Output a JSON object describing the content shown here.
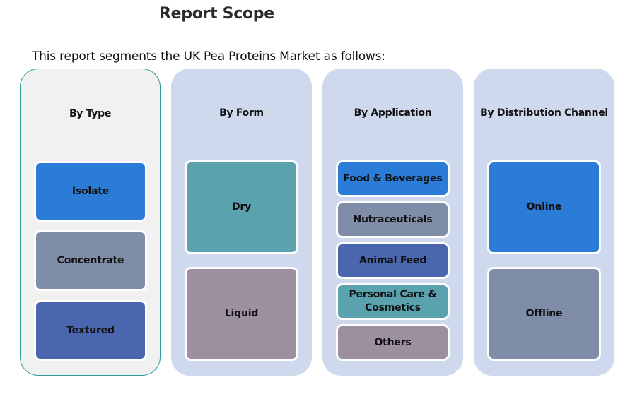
{
  "title": "Report Scope",
  "intro": "This report segments the UK Pea Proteins Market as follows:",
  "colors": {
    "blue": "#2b7cd6",
    "slate": "#7f8da8",
    "indigo": "#4a66af",
    "teal": "#5aa3ae",
    "mauve": "#9c8fa0",
    "panel": "#cfd9ee",
    "panel_highlight": "#f1f1f1",
    "highlight_border": "#2e9a9a"
  },
  "segments": [
    {
      "heading": "By Type",
      "items": [
        "Isolate",
        "Concentrate",
        "Textured"
      ]
    },
    {
      "heading": "By Form",
      "items": [
        "Dry",
        "Liquid"
      ]
    },
    {
      "heading": "By Application",
      "items": [
        "Food & Beverages",
        "Nutraceuticals",
        "Animal Feed",
        "Personal Care & Cosmetics",
        "Others"
      ]
    },
    {
      "heading": "By Distribution Channel",
      "items": [
        "Online",
        "Offline"
      ]
    }
  ]
}
